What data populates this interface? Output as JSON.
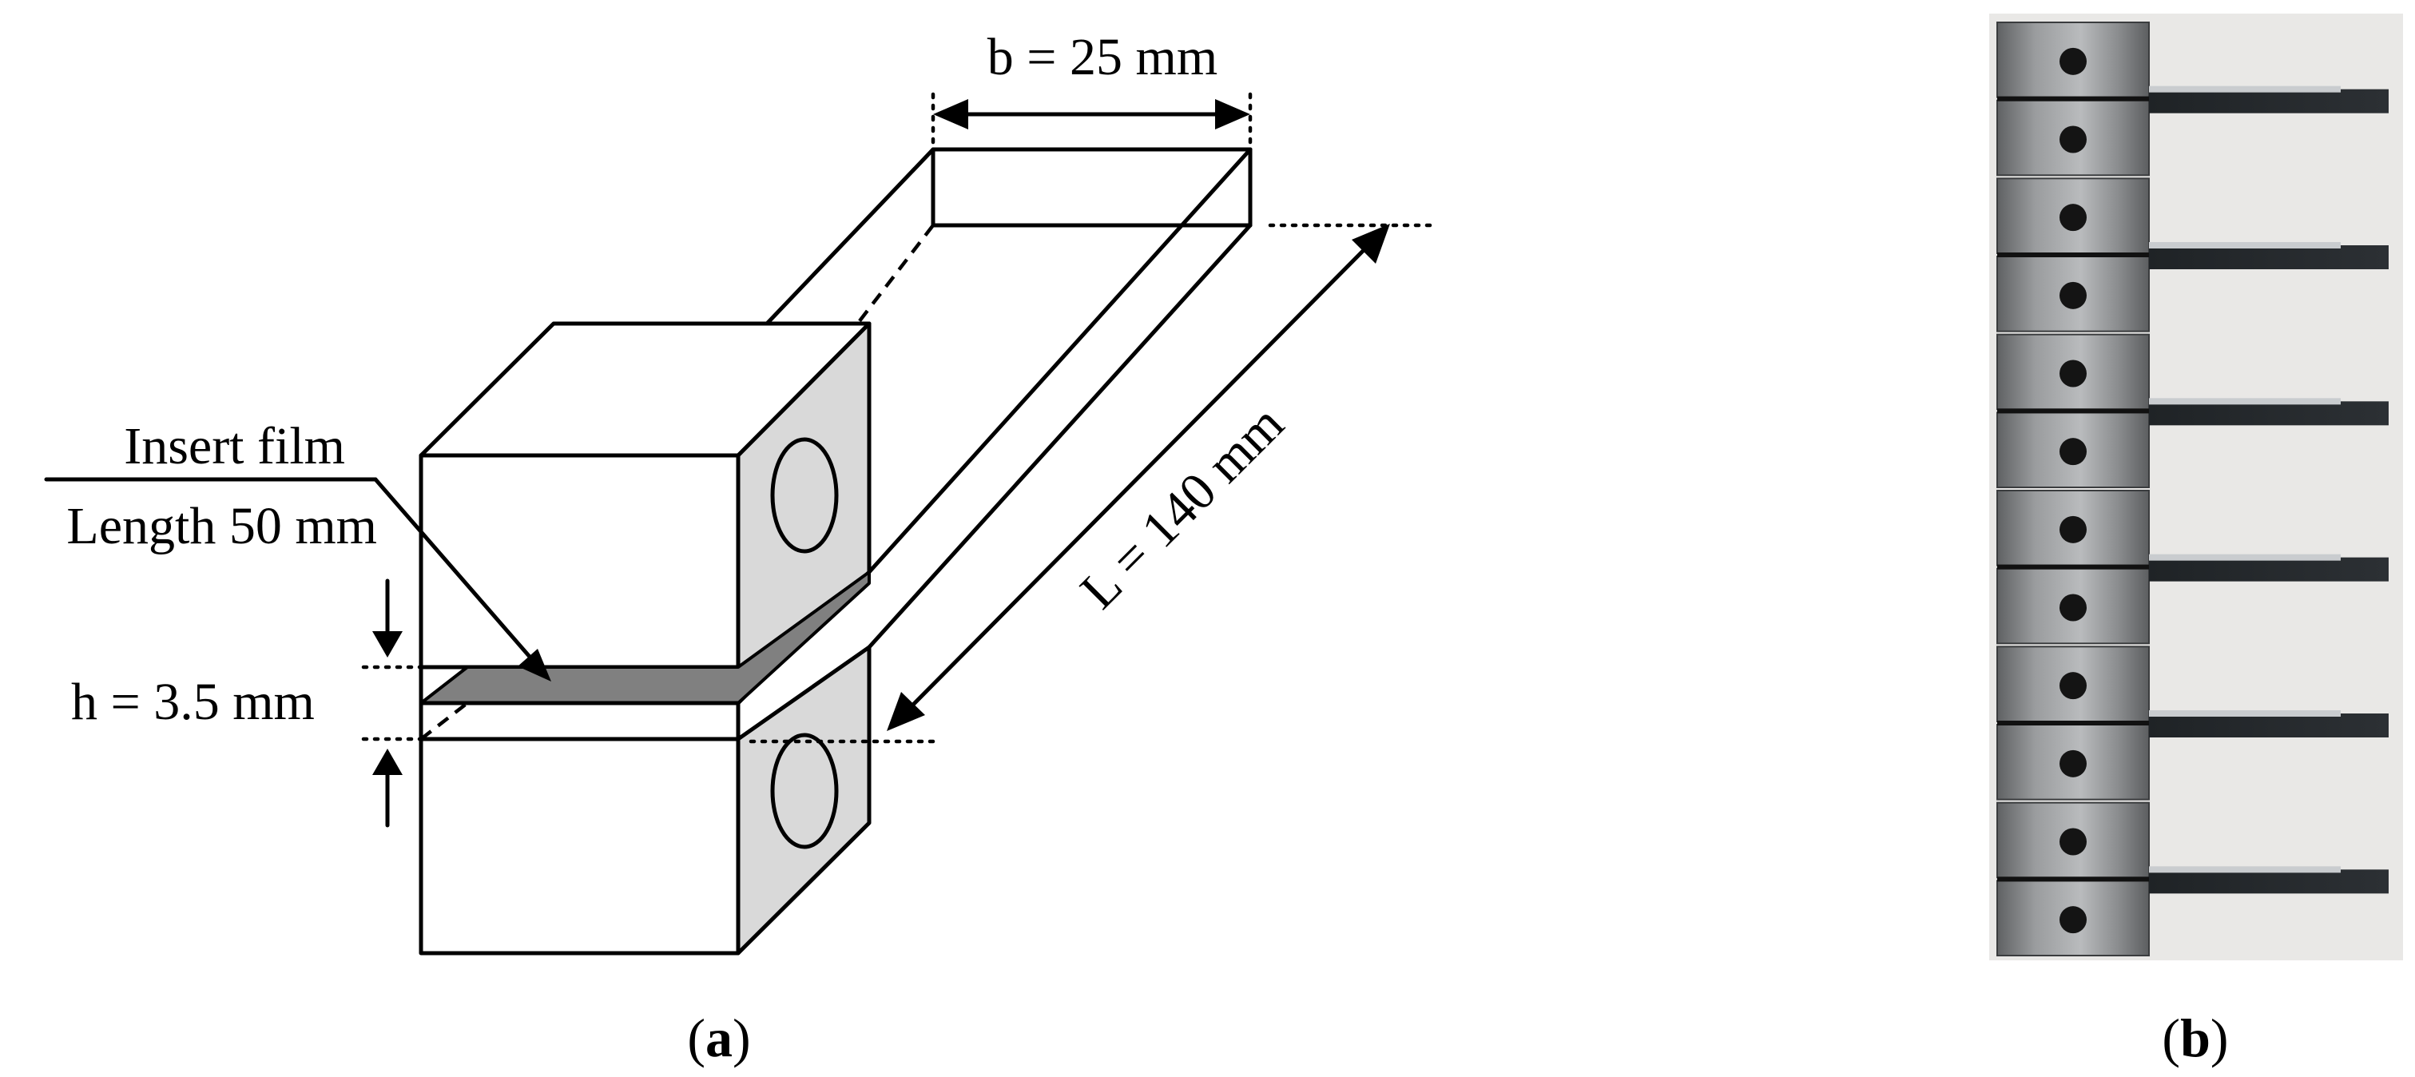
{
  "panel_a": {
    "label_width": "b = 25 mm",
    "label_length": "L = 140 mm",
    "label_thickness": "h = 3.5 mm",
    "label_insert_line1": "Insert film",
    "label_insert_line2": "Length 50 mm",
    "caption_open": "(",
    "caption_letter": "a",
    "caption_close": ")"
  },
  "panel_b": {
    "specimen_count": 6,
    "caption_open": "(",
    "caption_letter": "b",
    "caption_close": ")"
  },
  "colors": {
    "block_side": "#d9d9d9",
    "insert_film": "#808080",
    "photo_background": "#e9e8e6",
    "steel_block": "#8d8f91"
  }
}
